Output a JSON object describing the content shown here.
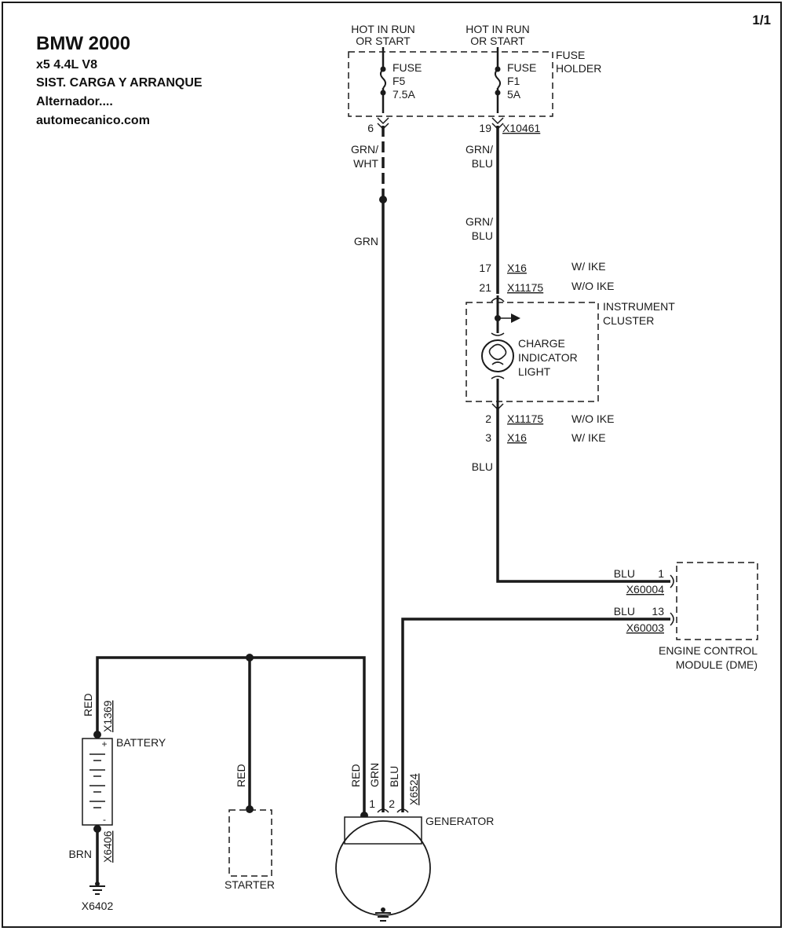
{
  "header": {
    "make_year": "BMW  2000",
    "model": "x5  4.4L  V8",
    "system": "SIST. CARGA Y ARRANQUE",
    "component": "Alternador....",
    "website": "automecanico.com",
    "page_number": "1/1"
  },
  "power_sources": {
    "left": [
      "HOT IN RUN",
      "OR START"
    ],
    "right": [
      "HOT IN RUN",
      "OR START"
    ]
  },
  "fuse_holder": {
    "label": [
      "FUSE",
      "HOLDER"
    ],
    "fuse_f5": [
      "FUSE",
      "F5",
      "7.5A"
    ],
    "fuse_f1": [
      "FUSE",
      "F1",
      "5A"
    ],
    "pin_left": "6",
    "pin_right": "19",
    "connector": "X10461"
  },
  "wires": {
    "grn_wht": [
      "GRN/",
      "WHT"
    ],
    "grn": "GRN",
    "grn_blu_upper": [
      "GRN/",
      "BLU"
    ],
    "grn_blu_lower": [
      "GRN/",
      "BLU"
    ],
    "blu_lower": "BLU",
    "blu_ecm_1": "BLU",
    "blu_ecm_2": "BLU",
    "red_battery": "RED",
    "brn_ground": "BRN",
    "red_starter": "RED",
    "gen_red": "RED",
    "gen_grn": "GRN",
    "gen_blu": "BLU"
  },
  "instrument_cluster": {
    "label": [
      "INSTRUMENT",
      "CLUSTER"
    ],
    "light": [
      "CHARGE",
      "INDICATOR",
      "LIGHT"
    ],
    "in_pins": [
      {
        "pin": "17",
        "connector": "X16",
        "variant": "W/ IKE"
      },
      {
        "pin": "21",
        "connector": "X11175",
        "variant": "W/O IKE"
      }
    ],
    "out_pins": [
      {
        "pin": "2",
        "connector": "X11175",
        "variant": "W/O IKE"
      },
      {
        "pin": "3",
        "connector": "X16",
        "variant": "W/ IKE"
      }
    ]
  },
  "ecm": {
    "label": [
      "ENGINE CONTROL",
      "MODULE (DME)"
    ],
    "pin1": "1",
    "connector1": "X60004",
    "pin2": "13",
    "connector2": "X60003"
  },
  "battery": {
    "label": "BATTERY",
    "plus": "+",
    "minus": "-",
    "connector_top": "X1369",
    "connector_bottom": "X6406",
    "ground": "X6402"
  },
  "starter": {
    "label": "STARTER"
  },
  "generator": {
    "label": "GENERATOR",
    "pin1": "1",
    "pin2": "2",
    "connector": "X6524"
  }
}
